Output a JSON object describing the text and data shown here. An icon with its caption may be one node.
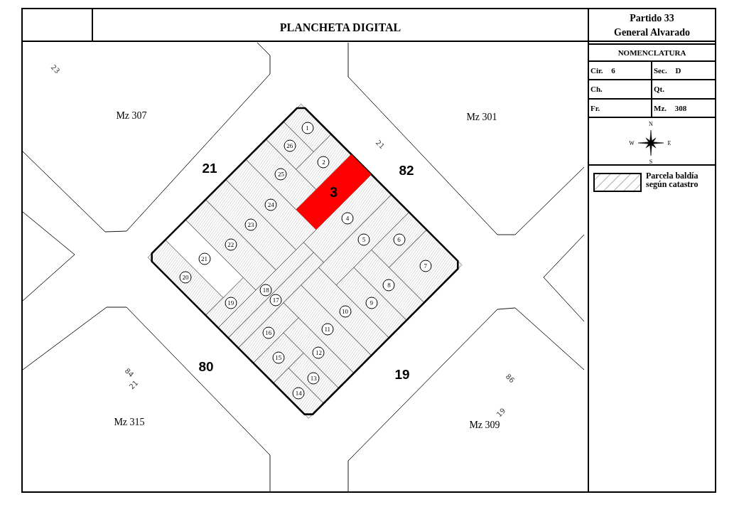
{
  "diagram": {
    "title": "PLANCHETA DIGITAL",
    "nodes": [
      {
        "text": [
          "3"
        ]
      }
    ],
    "edges": [],
    "labels": [
      "Partido 33",
      "General Alvarado",
      "NOMENCLATURA",
      "Cir. 6",
      "Sec. D",
      "Ch.",
      "Qt.",
      "Fr.",
      "Mz. 308",
      "N",
      "W",
      "E",
      "S",
      "23",
      "Mz 307",
      "Mz 301",
      "21",
      "21",
      "82",
      "84",
      "80",
      "19",
      "21",
      "86",
      "19",
      "Mz 315",
      "Mz 309",
      "1",
      "2",
      "4",
      "5",
      "6",
      "7",
      "8",
      "9",
      "10",
      "11",
      "12",
      "13",
      "14",
      "15",
      "16",
      "17",
      "18",
      "19",
      "20",
      "21",
      "22",
      "23",
      "24",
      "25",
      "26"
    ],
    "legend": [
      {
        "text": "Parcela baldía según catastro"
      }
    ]
  }
}
